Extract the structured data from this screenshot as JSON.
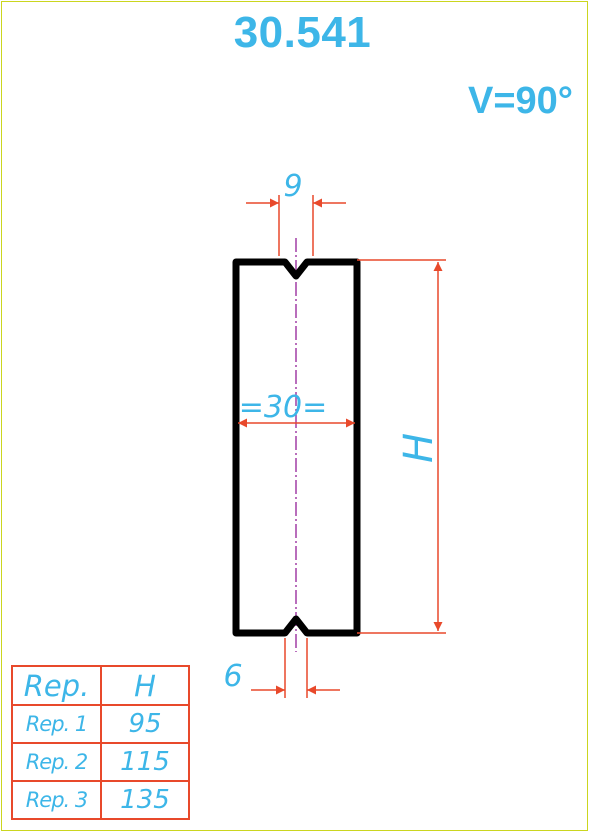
{
  "title": "30.541",
  "angle_label": "V=90°",
  "dimensions": {
    "top_groove_width": "9",
    "body_width": "=30=",
    "height_label": "H",
    "bottom_groove_width": "6"
  },
  "table": {
    "headers": [
      "Rep.",
      "H"
    ],
    "rows": [
      {
        "rep": "Rep. 1",
        "h": "95"
      },
      {
        "rep": "Rep. 2",
        "h": "115"
      },
      {
        "rep": "Rep. 3",
        "h": "135"
      }
    ]
  },
  "colors": {
    "text": "#3db6e8",
    "dimension_lines": "#e8492b",
    "outline": "#000000",
    "center_line": "#a23fa6",
    "frame": "#cbd61f"
  }
}
